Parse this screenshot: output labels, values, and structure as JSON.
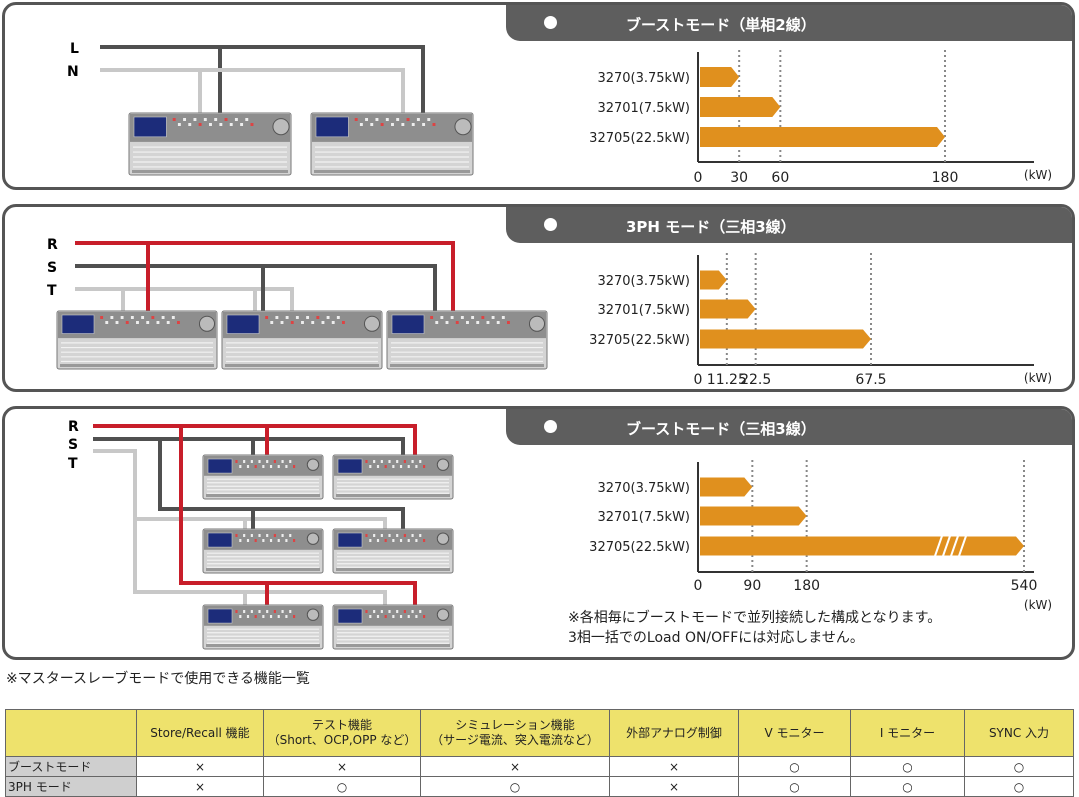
{
  "panels": [
    {
      "title": "ブーストモード（単相2線）",
      "lines": [
        "L",
        "N"
      ],
      "chart_data": {
        "type": "bar",
        "categories": [
          "3270(3.75kW)",
          "32701(7.5kW)",
          "32705(22.5kW)"
        ],
        "values": [
          30,
          60,
          180
        ],
        "ticks": [
          "0",
          "30",
          "60",
          "180"
        ],
        "unit": "(kW)",
        "xlim": [
          0,
          180
        ]
      }
    },
    {
      "title": "3PH モード（三相3線）",
      "lines": [
        "R",
        "S",
        "T"
      ],
      "chart_data": {
        "type": "bar",
        "categories": [
          "3270(3.75kW)",
          "32701(7.5kW)",
          "32705(22.5kW)"
        ],
        "values": [
          11.25,
          22.5,
          67.5
        ],
        "ticks": [
          "0",
          "11.25",
          "22.5",
          "67.5"
        ],
        "unit": "(kW)",
        "xlim": [
          0,
          67.5
        ]
      }
    },
    {
      "title": "ブーストモード（三相3線）",
      "lines": [
        "R",
        "S",
        "T"
      ],
      "chart_data": {
        "type": "bar",
        "categories": [
          "3270(3.75kW)",
          "32701(7.5kW)",
          "32705(22.5kW)"
        ],
        "values": [
          90,
          180,
          540
        ],
        "ticks": [
          "0",
          "90",
          "180",
          "540"
        ],
        "unit": "(kW)",
        "xlim": [
          0,
          540
        ]
      },
      "notes": [
        "※各相毎にブーストモードで並列接続した構成となります。",
        "3相一括でのLoad ON/OFFには対応しません。"
      ]
    }
  ],
  "table_title": "※マスタースレーブモードで使用できる機能一覧",
  "table": {
    "headers": [
      "",
      "Store/Recall 機能",
      "テスト機能\n（Short、OCP,OPP など）",
      "シミュレーション機能\n（サージ電流、突入電流など）",
      "外部アナログ制御",
      "V モニター",
      "I モニター",
      "SYNC 入力"
    ],
    "rows": [
      [
        "ブーストモード",
        "×",
        "×",
        "×",
        "×",
        "○",
        "○",
        "○"
      ],
      [
        "3PH モード",
        "×",
        "○",
        "○",
        "×",
        "○",
        "○",
        "○"
      ]
    ]
  },
  "colors": {
    "bar": "#e0901e",
    "red": "#c81e2a",
    "dark": "#505050",
    "light": "#c8c8c8",
    "panel_hdr": "#5e5e5e",
    "table_hdr": "#eee26c"
  }
}
